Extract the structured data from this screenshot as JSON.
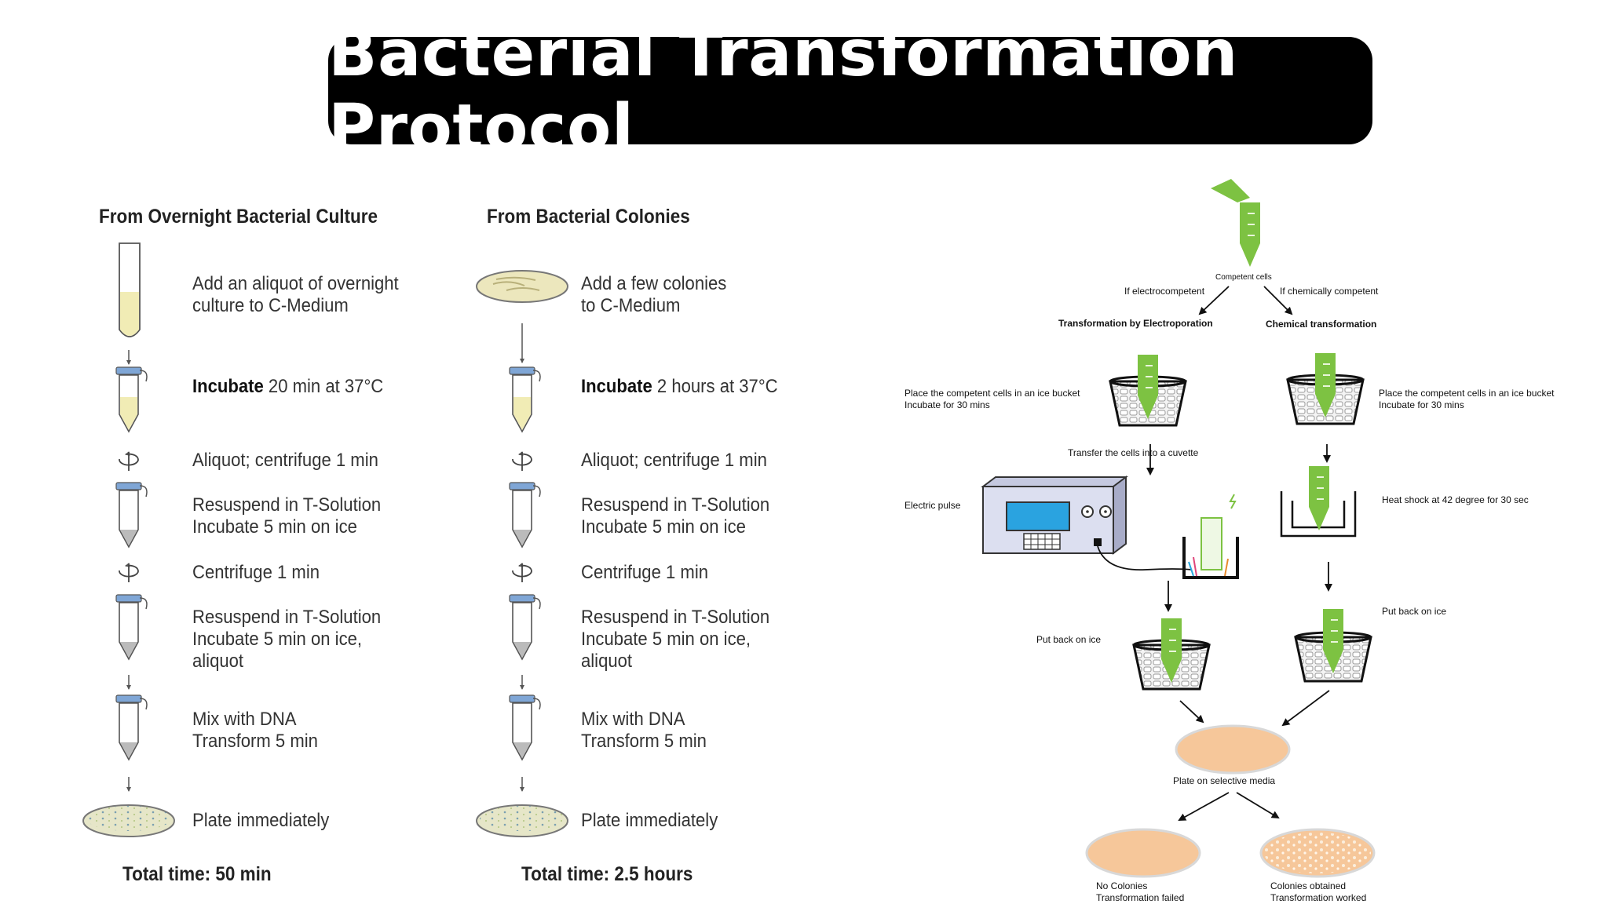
{
  "title": "Bacterial Transformation Protocol",
  "left_panel": {
    "columns": [
      {
        "header": "From Overnight Bacterial Culture",
        "steps": [
          {
            "bold": "",
            "text": "Add an aliquot of overnight",
            "text2": "culture to C-Medium"
          },
          {
            "bold": "Incubate",
            "text": " 20 min at 37°C",
            "text2": ""
          },
          {
            "bold": "",
            "text": "Aliquot; centrifuge 1 min",
            "text2": ""
          },
          {
            "bold": "",
            "text": "Resuspend in T-Solution",
            "text2": "Incubate 5 min on ice"
          },
          {
            "bold": "",
            "text": "Centrifuge 1 min",
            "text2": ""
          },
          {
            "bold": "",
            "text": "Resuspend in T-Solution",
            "text2": "Incubate 5 min on ice,",
            "text3": "aliquot"
          },
          {
            "bold": "",
            "text": "Mix with DNA",
            "text2": "Transform 5 min"
          },
          {
            "bold": "",
            "text": "Plate immediately",
            "text2": ""
          }
        ],
        "total": "Total time: 50 min"
      },
      {
        "header": "From  Bacterial Colonies",
        "steps": [
          {
            "bold": "",
            "text": "Add a few colonies",
            "text2": "to C-Medium"
          },
          {
            "bold": "Incubate",
            "text": " 2 hours at 37°C",
            "text2": ""
          },
          {
            "bold": "",
            "text": "Aliquot; centrifuge 1 min",
            "text2": ""
          },
          {
            "bold": "",
            "text": "Resuspend in T-Solution",
            "text2": "Incubate 5 min on ice"
          },
          {
            "bold": "",
            "text": "Centrifuge 1 min",
            "text2": ""
          },
          {
            "bold": "",
            "text": "Resuspend in T-Solution",
            "text2": "Incubate 5 min on ice,",
            "text3": "aliquot"
          },
          {
            "bold": "",
            "text": "Mix with DNA",
            "text2": "Transform 5 min"
          },
          {
            "bold": "",
            "text": "Plate immediately",
            "text2": ""
          }
        ],
        "total": "Total time: 2.5 hours"
      }
    ]
  },
  "right_panel": {
    "start": "Competent cells",
    "branch_left": "If electrocompetent",
    "branch_right": "If chemically competent",
    "left_title": "Transformation by Electroporation",
    "right_title": "Chemical transformation",
    "ice_left_1": "Place the competent cells in an ice bucket",
    "ice_left_2": "Incubate for 30 mins",
    "ice_right_1": "Place the competent cells in an ice bucket",
    "ice_right_2": "Incubate for 30 mins",
    "transfer": "Transfer the cells into a cuvette",
    "electric": "Electric pulse",
    "heat_shock": "Heat shock at 42 degree for 30 sec",
    "back_ice_left": "Put back on ice",
    "back_ice_right": "Put back on ice",
    "plate": "Plate on selective media",
    "fail_1": "No Colonies",
    "fail_2": "Transformation failed",
    "success_1": "Colonies obtained",
    "success_2": "Transformation worked"
  },
  "colors": {
    "title_bg": "#000000",
    "tube_green": "#7dc242",
    "plate_orange": "#f6c79a",
    "culture_yellow": "#f1ecb5",
    "cap_blue": "#7fa6d6"
  }
}
